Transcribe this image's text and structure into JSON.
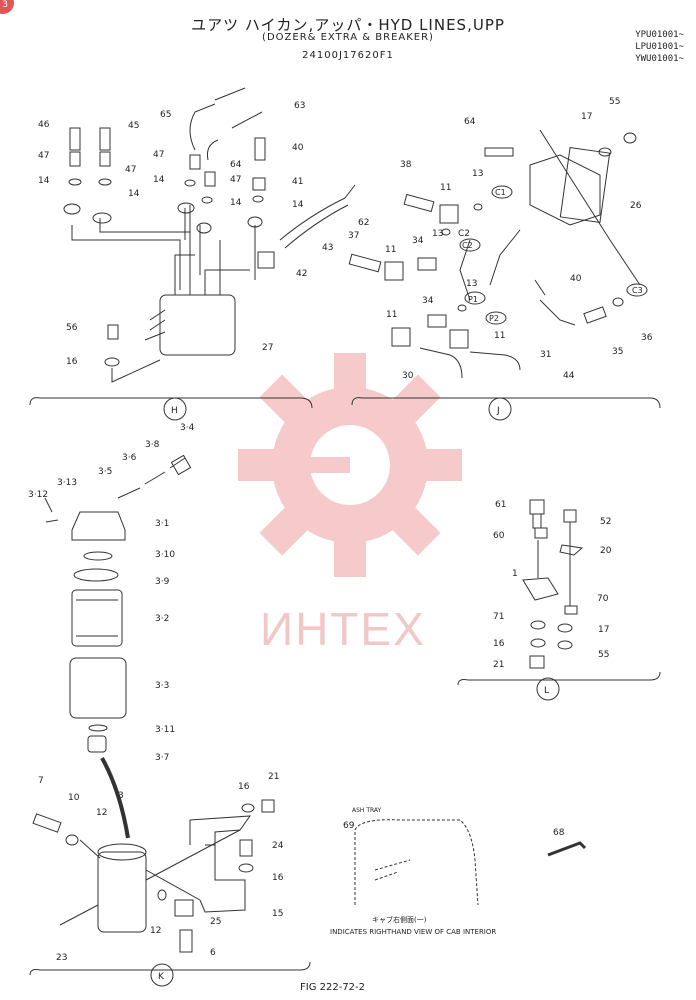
{
  "header": {
    "title": "ユアツ ハイカン,アッパ・HYD LINES,UPP",
    "subtitle": "(DOZER& EXTRA & BREAKER)",
    "part_number": "24100J17620F1",
    "serials": [
      "YPU01001~",
      "LPU01001~",
      "YWU01001~"
    ]
  },
  "corner_badge": "3",
  "watermark": "ИНТЕХ",
  "sections": {
    "H": "H",
    "J": "J",
    "K": "K",
    "L": "L"
  },
  "labels_H": [
    "46",
    "45",
    "47",
    "47",
    "14",
    "14",
    "65",
    "63",
    "47",
    "14",
    "64",
    "47",
    "40",
    "41",
    "14",
    "14",
    "42",
    "56",
    "16",
    "27"
  ],
  "labels_J": [
    "64",
    "55",
    "17",
    "26",
    "38",
    "11",
    "13",
    "C1",
    "C2",
    "62",
    "37",
    "43",
    "11",
    "34",
    "13",
    "C2",
    "13",
    "P1",
    "P2",
    "40",
    "34",
    "11",
    "11",
    "30",
    "31",
    "35",
    "36",
    "44",
    "C3"
  ],
  "labels_filter": [
    "3·4",
    "3·8",
    "3·6",
    "3·5",
    "3·12",
    "3·13",
    "3·1",
    "3·10",
    "3·9",
    "3·2",
    "3·3",
    "3·11",
    "3·7",
    "3"
  ],
  "labels_L": [
    "61",
    "52",
    "60",
    "20",
    "1",
    "70",
    "71",
    "17",
    "16",
    "55",
    "21"
  ],
  "labels_K": [
    "7",
    "10",
    "12",
    "16",
    "21",
    "24",
    "16",
    "15",
    "25",
    "12",
    "23",
    "6"
  ],
  "labels_cab": [
    "69",
    "68"
  ],
  "cab_small_text": "ASH TRAY",
  "cab_caption_jp": "キャブ右側面(一)",
  "cab_caption": "INDICATES RIGHTHAND VIEW OF CAB INTERIOR",
  "figure_number": "FIG 222-72-2"
}
